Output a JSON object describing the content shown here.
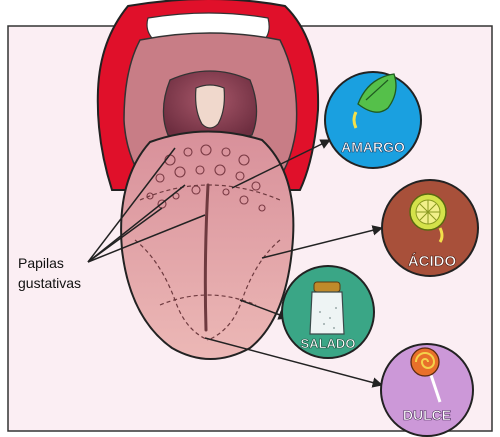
{
  "annotation": {
    "line1": "Papilas",
    "line2": "gustativas"
  },
  "tastes": [
    {
      "label": "AMARGO",
      "circle_color": "#1aa0e0",
      "text_color": "#ffffff"
    },
    {
      "label": "ÁCIDO",
      "circle_color": "#a8503a",
      "text_color": "#ffffff"
    },
    {
      "label": "SALADO",
      "circle_color": "#3aa686",
      "text_color": "#ffffff"
    },
    {
      "label": "DULCE",
      "circle_color": "#cc98d8",
      "text_color": "#ffffff"
    }
  ],
  "colors": {
    "background_panel": "#fbeef3",
    "lips": "#e0102a",
    "tongue": "#e7a7aa",
    "mouth_interior": "#c87d86"
  }
}
